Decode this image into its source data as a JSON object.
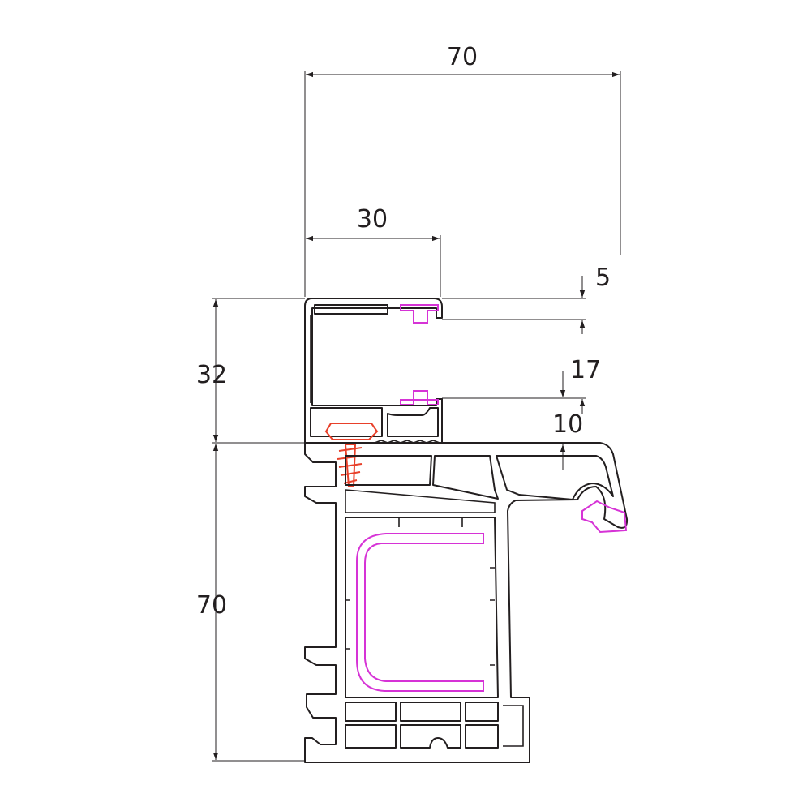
{
  "dimensions": {
    "total_width": "70",
    "bead_width": "30",
    "bead_height": "32",
    "frame_height": "70",
    "small_offset": "5",
    "mid_offset": "17",
    "lower_offset": "10"
  },
  "colors": {
    "line": "#231f20",
    "gasket": "#d633d6",
    "screw": "#e8402a",
    "background": "#ffffff"
  }
}
